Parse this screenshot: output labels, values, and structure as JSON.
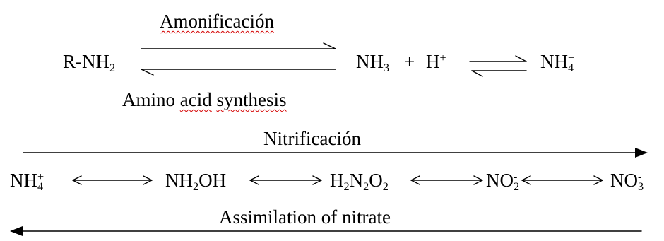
{
  "equation1": {
    "top_label": "Amonificación",
    "bottom_label_words": [
      "Amino",
      "acid",
      "synthesis"
    ],
    "reactant": {
      "base": "R-NH",
      "sub": "2"
    },
    "product_nh3": {
      "base": "NH",
      "sub": "3"
    },
    "plus": "+",
    "hydrogen_ion": {
      "base": "H",
      "sup": "+"
    },
    "ammonium": {
      "base": "NH",
      "sub": "4",
      "sup": "+"
    }
  },
  "equation2": {
    "top_label": "Nitrificación",
    "bottom_label": "Assimilation of nitrate",
    "species": [
      {
        "parts": [
          "NH",
          "4",
          "+"
        ]
      },
      {
        "parts": [
          "NH",
          "2",
          "OH"
        ]
      },
      {
        "parts": [
          "H",
          "2",
          "N",
          "2",
          "O",
          "2"
        ]
      },
      {
        "parts": [
          "NO",
          "2",
          "-"
        ]
      },
      {
        "parts": [
          "NO",
          "3",
          "-"
        ]
      }
    ]
  },
  "colors": {
    "ink": "#000000",
    "spellcheck_underline": "#d40000"
  }
}
